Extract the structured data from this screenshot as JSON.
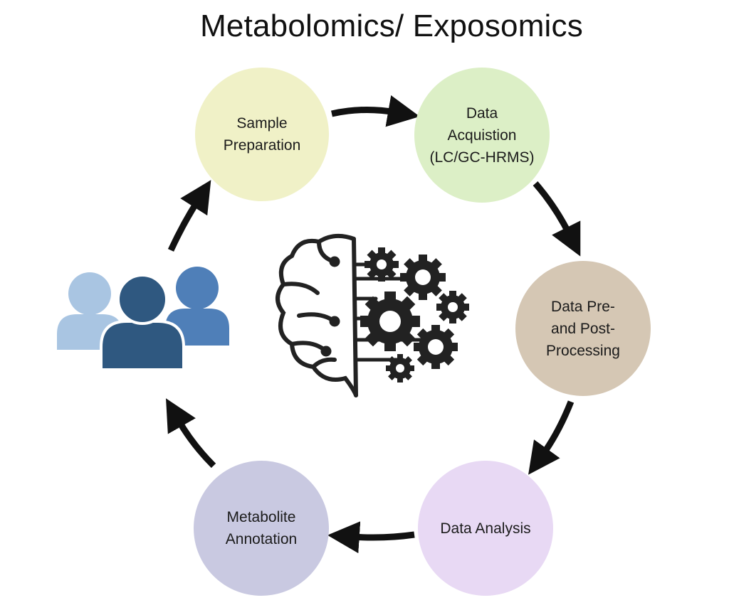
{
  "title": "Metabolomics/ Exposomics",
  "steps": [
    {
      "id": "sample-preparation",
      "label": "Sample\nPreparation",
      "color": "#f0f1c7"
    },
    {
      "id": "data-acquisition",
      "label": "Data\nAcquistion\n(LC/GC-HRMS)",
      "color": "#dcefc6"
    },
    {
      "id": "data-processing",
      "label": "Data Pre-\nand Post-\nProcessing",
      "color": "#d5c7b4"
    },
    {
      "id": "data-analysis",
      "label": "Data Analysis",
      "color": "#e8d9f4"
    },
    {
      "id": "metabolite-annotation",
      "label": "Metabolite\nAnnotation",
      "color": "#c9c9e1"
    }
  ],
  "people": {
    "back_left": "#a9c5e2",
    "back_right": "#4f7fb8",
    "front": "#2f5880"
  },
  "arrow_color": "#111111"
}
